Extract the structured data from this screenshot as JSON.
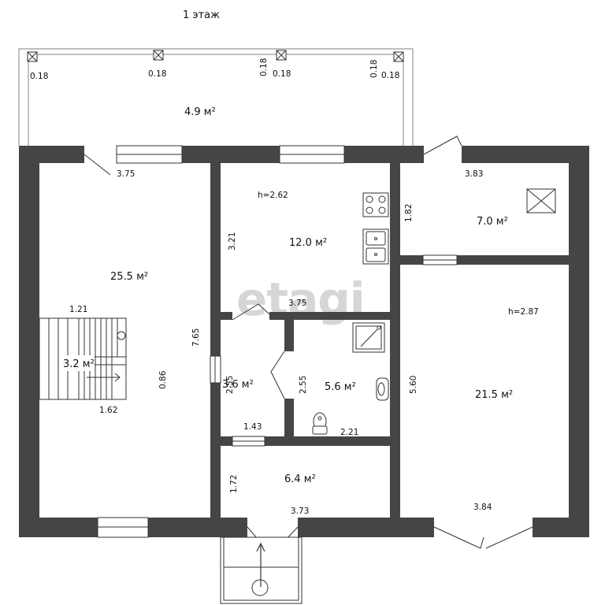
{
  "floor_title": "1 этаж",
  "watermark": "etagi",
  "colors": {
    "wall": "#454545",
    "background": "#ffffff",
    "line": "#333333"
  },
  "rooms": {
    "terrace": {
      "area": "4.9 м²",
      "dims": [
        "0.18",
        "0.18",
        "0.18",
        "0.18",
        "0.18",
        "0.18"
      ]
    },
    "living_left": {
      "area": "25.5 м²",
      "dims": [
        "3.75",
        "7.65",
        "0.86"
      ]
    },
    "stairs": {
      "area": "3.2 м²",
      "dims": [
        "1.21",
        "1.62"
      ]
    },
    "kitchen": {
      "area": "12.0 м²",
      "height": "h=2.62",
      "dims": [
        "3.21",
        "3.75"
      ]
    },
    "boiler": {
      "area": "7.0 м²",
      "dims": [
        "3.83",
        "1.82"
      ]
    },
    "bedroom_right": {
      "area": "21.5 м²",
      "height": "h=2.87",
      "dims": [
        "5.60",
        "3.84"
      ]
    },
    "storage": {
      "area": "3.6 м²",
      "dims": [
        "2.55",
        "1.43"
      ]
    },
    "bathroom": {
      "area": "5.6 м²",
      "dims": [
        "2.55",
        "2.21"
      ]
    },
    "hall": {
      "area": "6.4 м²",
      "dims": [
        "1.72",
        "3.73"
      ]
    }
  },
  "fixtures": [
    "stove-icon",
    "sink-icon",
    "shower-icon",
    "washbasin-icon",
    "toilet-icon",
    "boiler-icon",
    "chimney-icon"
  ]
}
